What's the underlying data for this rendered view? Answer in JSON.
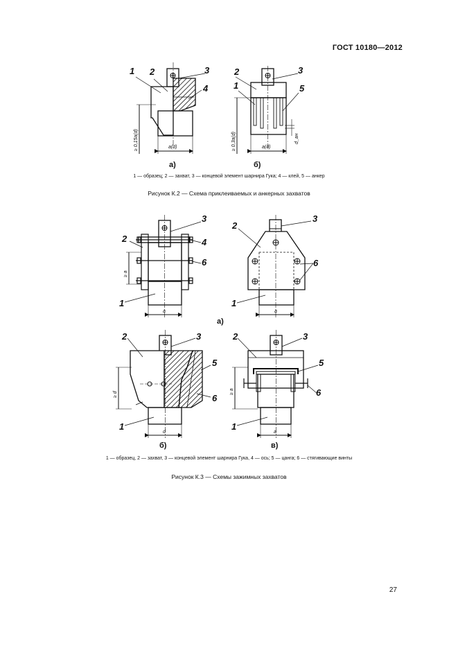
{
  "header": {
    "standard": "ГОСТ 10180—2012"
  },
  "figure_k2": {
    "parts": {
      "a": "а)",
      "b": "б)"
    },
    "callouts": {
      "n1": "1",
      "n2": "2",
      "n3": "3",
      "n4": "4",
      "n5": "5"
    },
    "dims": {
      "ad": "a(d)",
      "h01": "≥ 0,15a(d)",
      "h03": "≥ 0,3a(d)",
      "dan": "d_ан"
    },
    "legend": "1 — образец; 2 — захват, 3 — концевой элемент шарнира Гука; 4 — клей, 5 — анкер",
    "caption": "Рисунок К.2 — Схема приклеиваемых и анкерных захватов"
  },
  "figure_k3": {
    "parts": {
      "a": "а)",
      "b": "б)",
      "v": "в)"
    },
    "callouts": {
      "n1": "1",
      "n2": "2",
      "n3": "3",
      "n4": "4",
      "n5": "5",
      "n6": "6"
    },
    "dims": {
      "a": "a",
      "ge_a": "≥ a",
      "ge_d": "≥ d",
      "d": "d"
    },
    "legend": "1 — образец, 2 — захват, 3 — концевой элемент шарнира Гука, 4 — ось; 5 — цанга; 6 — стягивающие винты",
    "caption": "Рисунок К.3 — Схемы зажимных захватов"
  },
  "page_number": "27"
}
